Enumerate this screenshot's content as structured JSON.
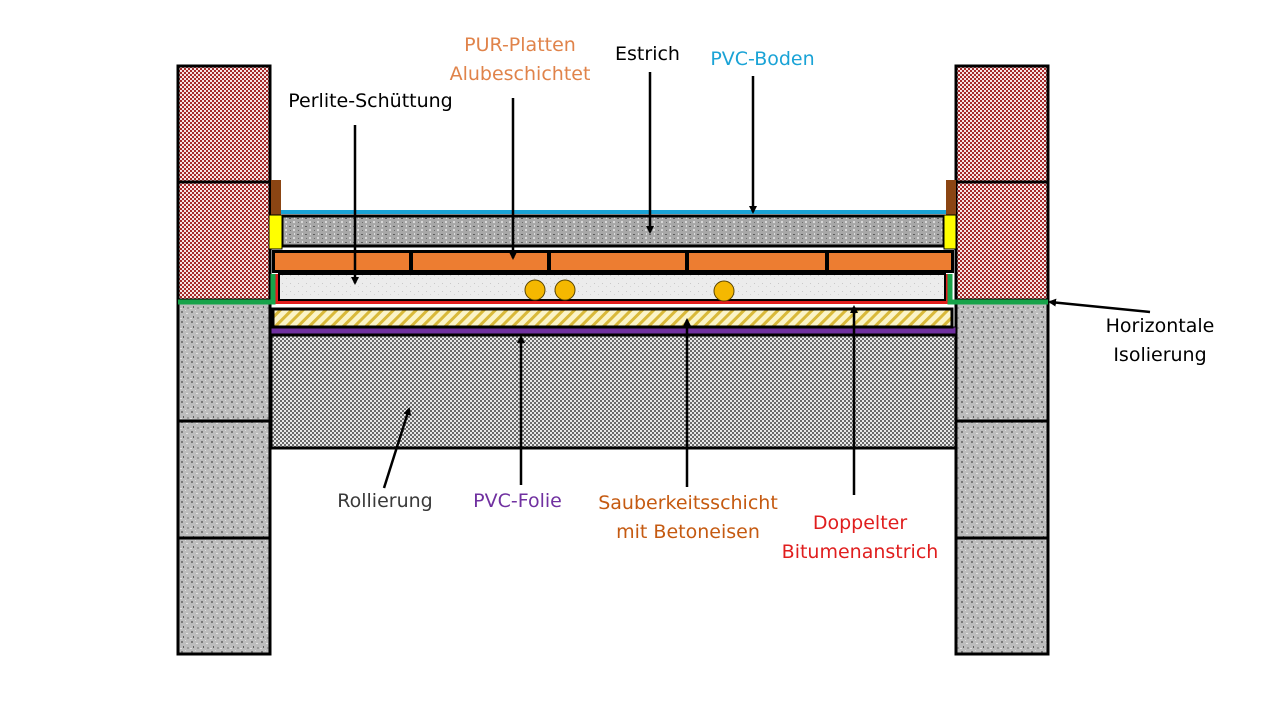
{
  "diagram": {
    "title": "Floor construction cross-section",
    "labels": {
      "pur_platten": [
        "PUR-Platten",
        "Alubeschichtet"
      ],
      "estrich": "Estrich",
      "pvc_boden": "PVC-Boden",
      "perlite": "Perlite-Schüttung",
      "horizontale_isolierung": [
        "Horizontale",
        "Isolierung"
      ],
      "rollierung": "Rollierung",
      "pvc_folie": "PVC-Folie",
      "sauberkeitsschicht": [
        "Sauberkeitsschicht",
        "mit Betoneisen"
      ],
      "bitumen": [
        "Doppelter",
        "Bitumenanstrich"
      ]
    },
    "label_colors": {
      "pur_platten": "#e0834a",
      "estrich": "#000000",
      "pvc_boden": "#1aa3d6",
      "perlite": "#000000",
      "horizontale_isolierung": "#000000",
      "rollierung": "#3a3a3a",
      "pvc_folie": "#7030a0",
      "sauberkeitsschicht": "#c55a11",
      "bitumen": "#e01e1e"
    },
    "layer_colors": {
      "brick": "#a52a2a",
      "concrete_block": "#b5b5b5",
      "pvc_boden": "#1aa3d6",
      "estrich": "#a9a9a9",
      "pur": "#ed7d31",
      "perlite": "#eeeeee",
      "pipes": "#f5b800",
      "bitumen": "#e01e1e",
      "sauberkeit": "#f2e38a",
      "pvc_folie": "#7030a0",
      "rollierung": "#8c8c8c",
      "horizontal_insulation": "#17a34a",
      "edge_strip_yellow": "#ffff00",
      "edge_strip_brown": "#8b4513"
    },
    "pipe_count": 3,
    "pur_plate_count": 5
  }
}
